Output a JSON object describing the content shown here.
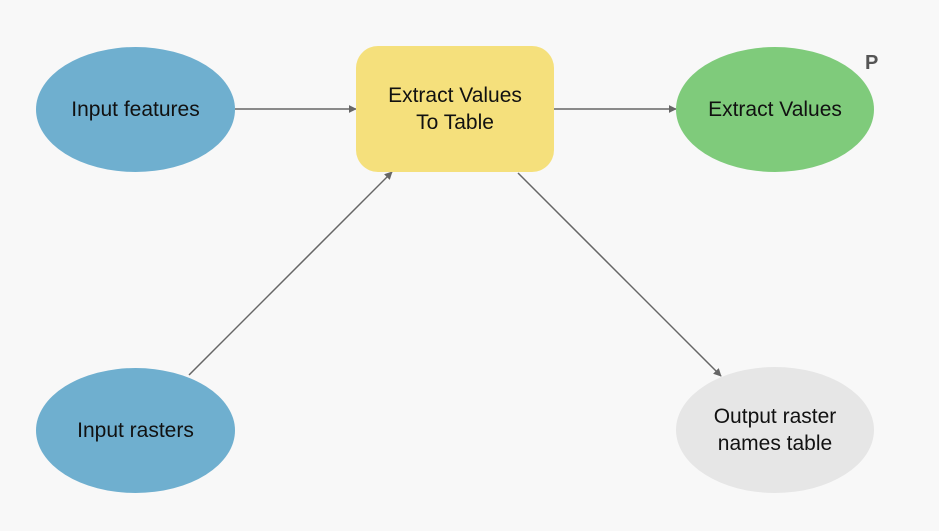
{
  "nodes": {
    "input_features": {
      "label": "Input features",
      "color": "#6fafcf"
    },
    "input_rasters": {
      "label": "Input rasters",
      "color": "#6fafcf"
    },
    "tool": {
      "label_line1": "Extract Values",
      "label_line2": "To Table",
      "color": "#f5e07c"
    },
    "output_extract_values": {
      "label": "Extract Values",
      "color": "#7fcb7b",
      "parameter_flag": "P"
    },
    "output_raster_names": {
      "label_line1": "Output raster",
      "label_line2": "names table",
      "color": "#e6e6e6"
    }
  },
  "connectors": {
    "color": "#666666"
  }
}
